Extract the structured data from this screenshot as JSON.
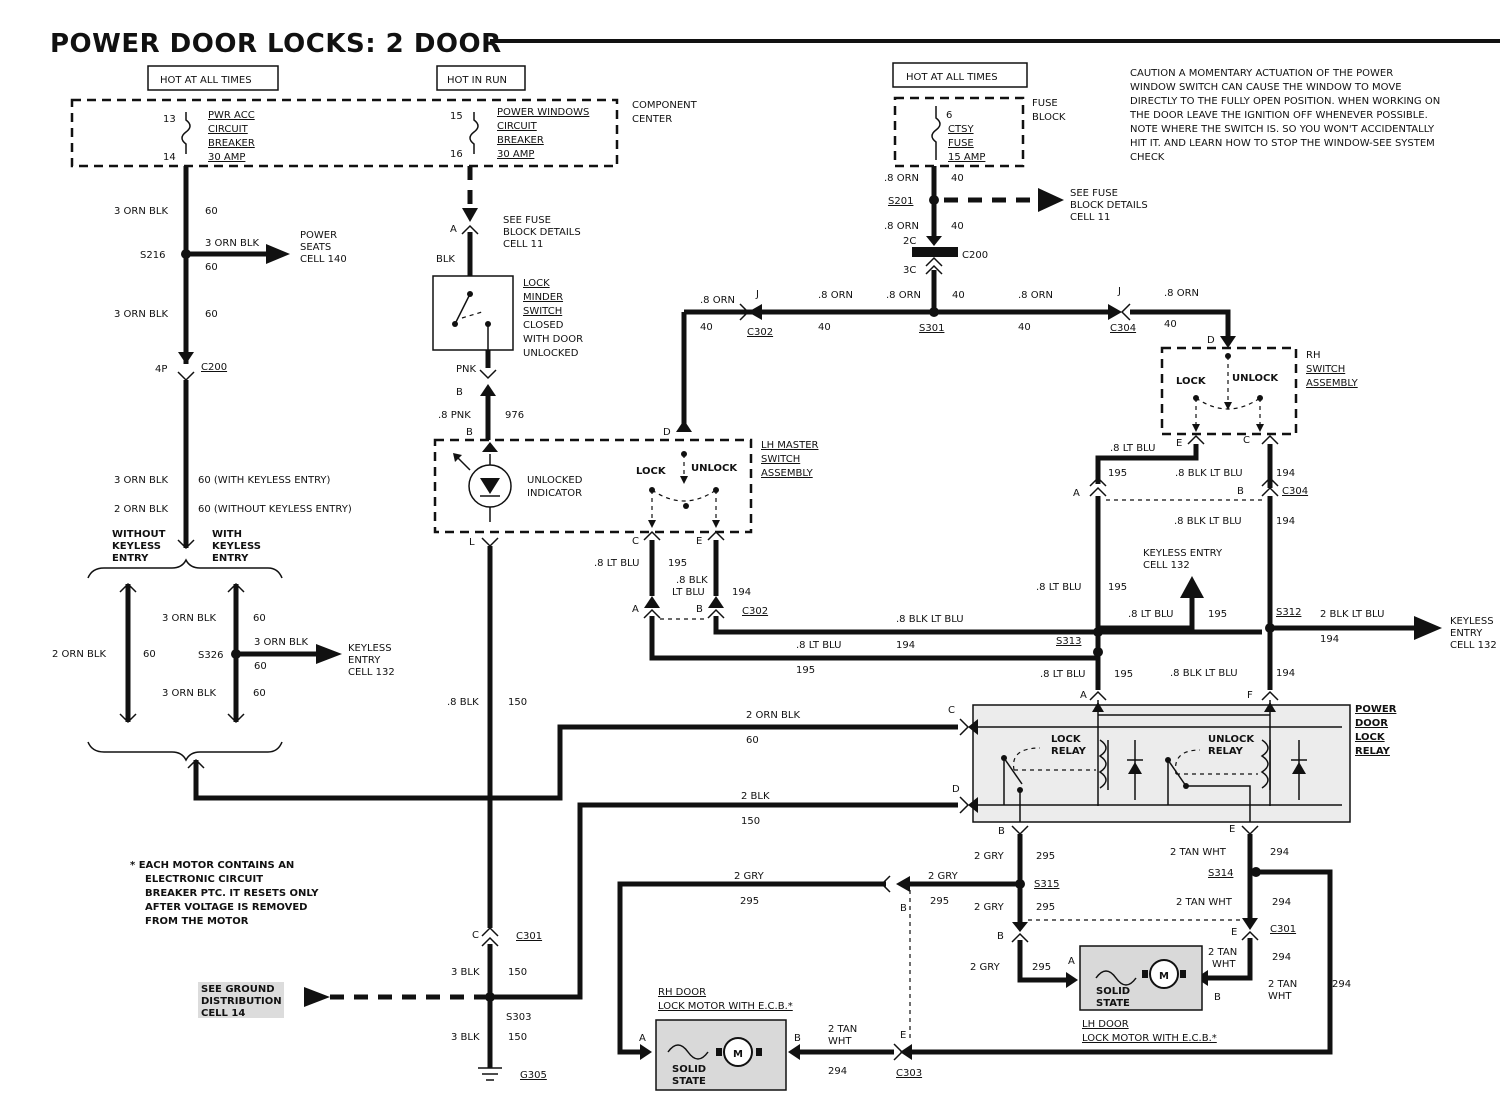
{
  "title": "POWER DOOR LOCKS: 2 DOOR",
  "caution": [
    "CAUTION  A MOMENTARY ACTUATION OF THE POWER",
    "WINDOW SWITCH CAN CAUSE THE WINDOW TO MOVE",
    "DIRECTLY TO THE  FULLY OPEN POSITION. WHEN WORKING ON",
    "THE DOOR LEAVE THE IGNITION OFF WHENEVER POSSIBLE.",
    "NOTE WHERE THE SWITCH IS. SO YOU WON'T ACCIDENTALLY",
    "HIT IT. AND LEARN HOW TO STOP THE WINDOW-SEE SYSTEM",
    "CHECK"
  ],
  "note": [
    "* EACH MOTOR CONTAINS AN",
    "ELECTRONIC CIRCUIT",
    "BREAKER PTC. IT RESETS ONLY",
    "AFTER VOLTAGE IS REMOVED",
    "FROM THE MOTOR"
  ],
  "power": {
    "hot_all_times_1": "HOT AT ALL TIMES",
    "hot_in_run": "HOT IN RUN",
    "hot_all_times_2": "HOT AT ALL TIMES",
    "component_center": [
      "COMPONENT",
      "CENTER"
    ],
    "fuse_block": [
      "FUSE",
      "BLOCK"
    ],
    "pwr_acc": [
      "PWR ACC",
      "CIRCUIT",
      "BREAKER",
      "30 AMP"
    ],
    "power_windows": [
      "POWER WINDOWS",
      "CIRCUIT",
      "BREAKER",
      "30 AMP"
    ],
    "ctsy_fuse": [
      "CTSY",
      "FUSE",
      "15 AMP"
    ],
    "pin_13": "13",
    "pin_14": "14",
    "pin_15": "15",
    "pin_16": "16",
    "pin_6": "6"
  },
  "left_branch": {
    "wire1": "3 ORN BLK",
    "num1": "60",
    "s216": "S216",
    "branch_wire": "3  ORN BLK",
    "branch_num": "60",
    "power_seats": [
      "POWER",
      "SEATS",
      "CELL 140"
    ],
    "wire2": "3 ORN BLK",
    "num2": "60",
    "pin_4p": "4P",
    "c200": "C200",
    "with_keyless_wire": "3 ORN BLK",
    "with_keyless_num": "60 (WITH KEYLESS ENTRY)",
    "without_keyless_wire": "2 ORN BLK",
    "without_keyless_num": "60 (WITHOUT KEYLESS ENTRY)",
    "without_label": [
      "WITHOUT",
      "KEYLESS",
      "ENTRY"
    ],
    "with_label": [
      "WITH",
      "KEYLESS",
      "ENTRY"
    ],
    "left_wire": "2 ORN BLK",
    "left_num": "60",
    "upper_wire": "3 ORN BLK",
    "upper_num": "60",
    "s326": "S326",
    "keyless_wire": "3  ORN BLK",
    "keyless_num": "60",
    "keyless_entry": [
      "KEYLESS",
      "ENTRY",
      "CELL 132"
    ],
    "lower_wire": "3 ORN BLK",
    "lower_num": "60"
  },
  "center": {
    "see_fuse": [
      "SEE FUSE",
      "BLOCK DETAILS",
      "CELL 11"
    ],
    "pin_a": "A",
    "blk": "BLK",
    "lock_minder": [
      "LOCK",
      "MINDER",
      "SWITCH",
      "CLOSED",
      "WITH DOOR",
      "UNLOCKED"
    ],
    "pnk": "PNK",
    "pin_b": "B",
    "pnk8": ".8 PNK",
    "num976": "976",
    "pin_b2": "B",
    "unlocked_indicator": [
      "UNLOCKED",
      "INDICATOR"
    ],
    "pin_l": "L",
    "blk8": ".8 BLK",
    "num150": "150",
    "pin_c": "C",
    "c301": "C301",
    "blk3": "3 BLK",
    "num150b": "150",
    "see_ground": [
      "SEE GROUND",
      "DISTRIBUTION",
      "CELL 14"
    ],
    "s303": "S303",
    "blk3b": "3 BLK",
    "num150c": "150",
    "g305": "G305"
  },
  "top_right": {
    "orn8a": ".8 ORN",
    "num40a": "40",
    "s201": "S201",
    "orn8b": ".8 ORN",
    "num40b": "40",
    "see_fuse2": [
      "SEE FUSE",
      "BLOCK DETAILS",
      "CELL 11"
    ],
    "pin_2c": "2C",
    "pin_3c": "3C",
    "c200b": "C200",
    "s301": "S301",
    "orn_left1": ".8 ORN",
    "num_left1": "40",
    "orn_left2": ".8 ORN",
    "num_left2": "40",
    "orn_left3": ".8 ORN",
    "num_left3": "40",
    "pin_j1": "J",
    "c302a": "C302",
    "num40c": "40",
    "orn_right1": ".8 ORN",
    "num_right1": "40",
    "orn_right2": ".8 ORN",
    "num_right2": "40",
    "pin_j2": "J",
    "c304a": "C304",
    "num40d": "40"
  },
  "lh_master": {
    "title": [
      "LH MASTER",
      "SWITCH",
      "ASSEMBLY"
    ],
    "pin_d": "D",
    "lock": "LOCK",
    "unlock": "UNLOCK",
    "pin_c": "C",
    "pin_e": "E",
    "ltblu": ".8 LT BLU",
    "num195": "195",
    "blkltblu": [
      ".8 BLK",
      "LT BLU"
    ],
    "num194": "194",
    "pin_a": "A",
    "pin_b": "B",
    "c302": "C302",
    "mid_wire": ".8 BLK LT BLU",
    "mid_num": "194",
    "low_wire": ".8 LT BLU",
    "low_num": "195",
    "s313": "S313"
  },
  "rh_switch": {
    "title": [
      "RH",
      "SWITCH",
      "ASSEMBLY"
    ],
    "pin_d": "D",
    "lock": "LOCK",
    "unlock": "UNLOCK",
    "pin_e": "E",
    "pin_c": "C",
    "ltblu": ".8 LT BLU",
    "num195": "195",
    "blkltblu": ".8 BLK LT BLU",
    "num194": "194",
    "pin_a": "A",
    "pin_b": "B",
    "c304": "C304",
    "blkltblu2": ".8 BLK LT BLU",
    "num194b": "194",
    "keyless": [
      "KEYLESS ENTRY",
      "CELL 132"
    ],
    "ltblu2": ".8 LT BLU",
    "num195b": "195",
    "ltblu3": ".8 LT BLU",
    "num195c": "195",
    "s312": "S312",
    "keyless_wire": "2 BLK LT BLU",
    "keyless_num": "194",
    "keyless_out": [
      "KEYLESS",
      "ENTRY",
      "CELL 132"
    ],
    "ltblu4": ".8 LT BLU",
    "num195d": "195",
    "blkltblu3": ".8 BLK LT BLU",
    "num194c": "194"
  },
  "relay": {
    "title": [
      "POWER",
      "DOOR",
      "LOCK",
      "RELAY"
    ],
    "lock_relay": [
      "LOCK",
      "RELAY"
    ],
    "unlock_relay": [
      "UNLOCK",
      "RELAY"
    ],
    "pin_a": "A",
    "pin_f": "F",
    "pin_c": "C",
    "pin_d": "D",
    "pin_b": "B",
    "pin_e": "E",
    "orn_wire": "2 ORN BLK",
    "orn_num": "60",
    "blk_wire": "2 BLK",
    "blk_num": "150"
  },
  "motors": {
    "gry1": "2 GRY",
    "num295a": "295",
    "tan1": "2 TAN WHT",
    "num294a": "294",
    "s315": "S315",
    "s314": "S314",
    "gry_left": "2 GRY",
    "num295_left": "295",
    "gry_left2": "2 GRY",
    "num295_left2": "295",
    "pin_b_left": "B",
    "gry2": "2 GRY",
    "num295b": "295",
    "tan2": "2 TAN WHT",
    "num294b": "294",
    "pin_b_lh": "B",
    "pin_e_lh": "E",
    "c301": "C301",
    "gry3": "2 GRY",
    "num295c": "295",
    "tan_lh": [
      "2 TAN",
      "WHT"
    ],
    "num294c": "294",
    "tan_lh2": [
      "2 TAN",
      "WHT"
    ],
    "num294d": "294",
    "num294e": "294",
    "pin_a_lh": "A",
    "pin_b_lh2": "B",
    "solid_state": [
      "SOLID",
      "STATE"
    ],
    "m": "M",
    "lh_motor": [
      "LH DOOR",
      "LOCK MOTOR WITH E.C.B.*"
    ],
    "rh_motor": [
      "RH DOOR",
      "LOCK MOTOR WITH E.C.B.*"
    ],
    "pin_a_rh": "A",
    "pin_b_rh": "B",
    "tan_rh": [
      "2 TAN",
      "WHT"
    ],
    "num294_rh": "294",
    "pin_e_rh": "E",
    "c303": "C303"
  }
}
